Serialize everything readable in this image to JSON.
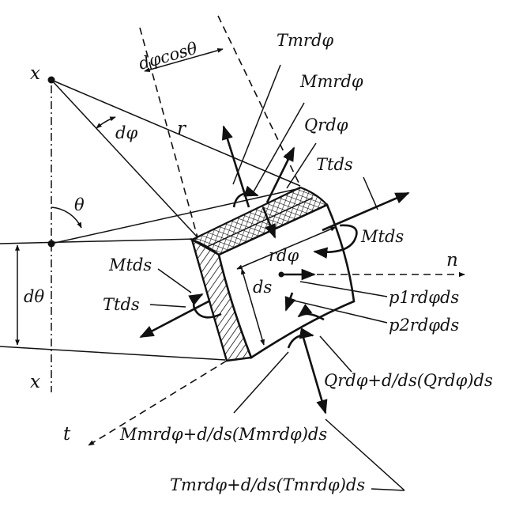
{
  "labels": {
    "x_top": "x",
    "x_bottom": "x",
    "d_phi": "dφ",
    "theta": "θ",
    "d_theta": "dθ",
    "r": "r",
    "d_phi_cos_theta": "dφcosθ",
    "T_m": "Tmrdφ",
    "M_m": "Mmrdφ",
    "Q": "Qrdφ",
    "T_t_right": "Ttds",
    "M_t_right": "Mtds",
    "n": "n",
    "r_d_phi": "rdφ",
    "ds": "ds",
    "M_t_left": "Mtds",
    "T_t_left": "Ttds",
    "p1": "p1rdφds",
    "p2": "p2rdφds",
    "Q_increment": "Qrdφ+d/ds(Qrdφ)ds",
    "t": "t",
    "M_m_increment": "Mmrdφ+d/ds(Mmrdφ)ds",
    "T_m_increment": "Tmrdφ+d/ds(Tmrdφ)ds"
  },
  "colors": {
    "ink": "#111111",
    "paper": "#ffffff"
  }
}
